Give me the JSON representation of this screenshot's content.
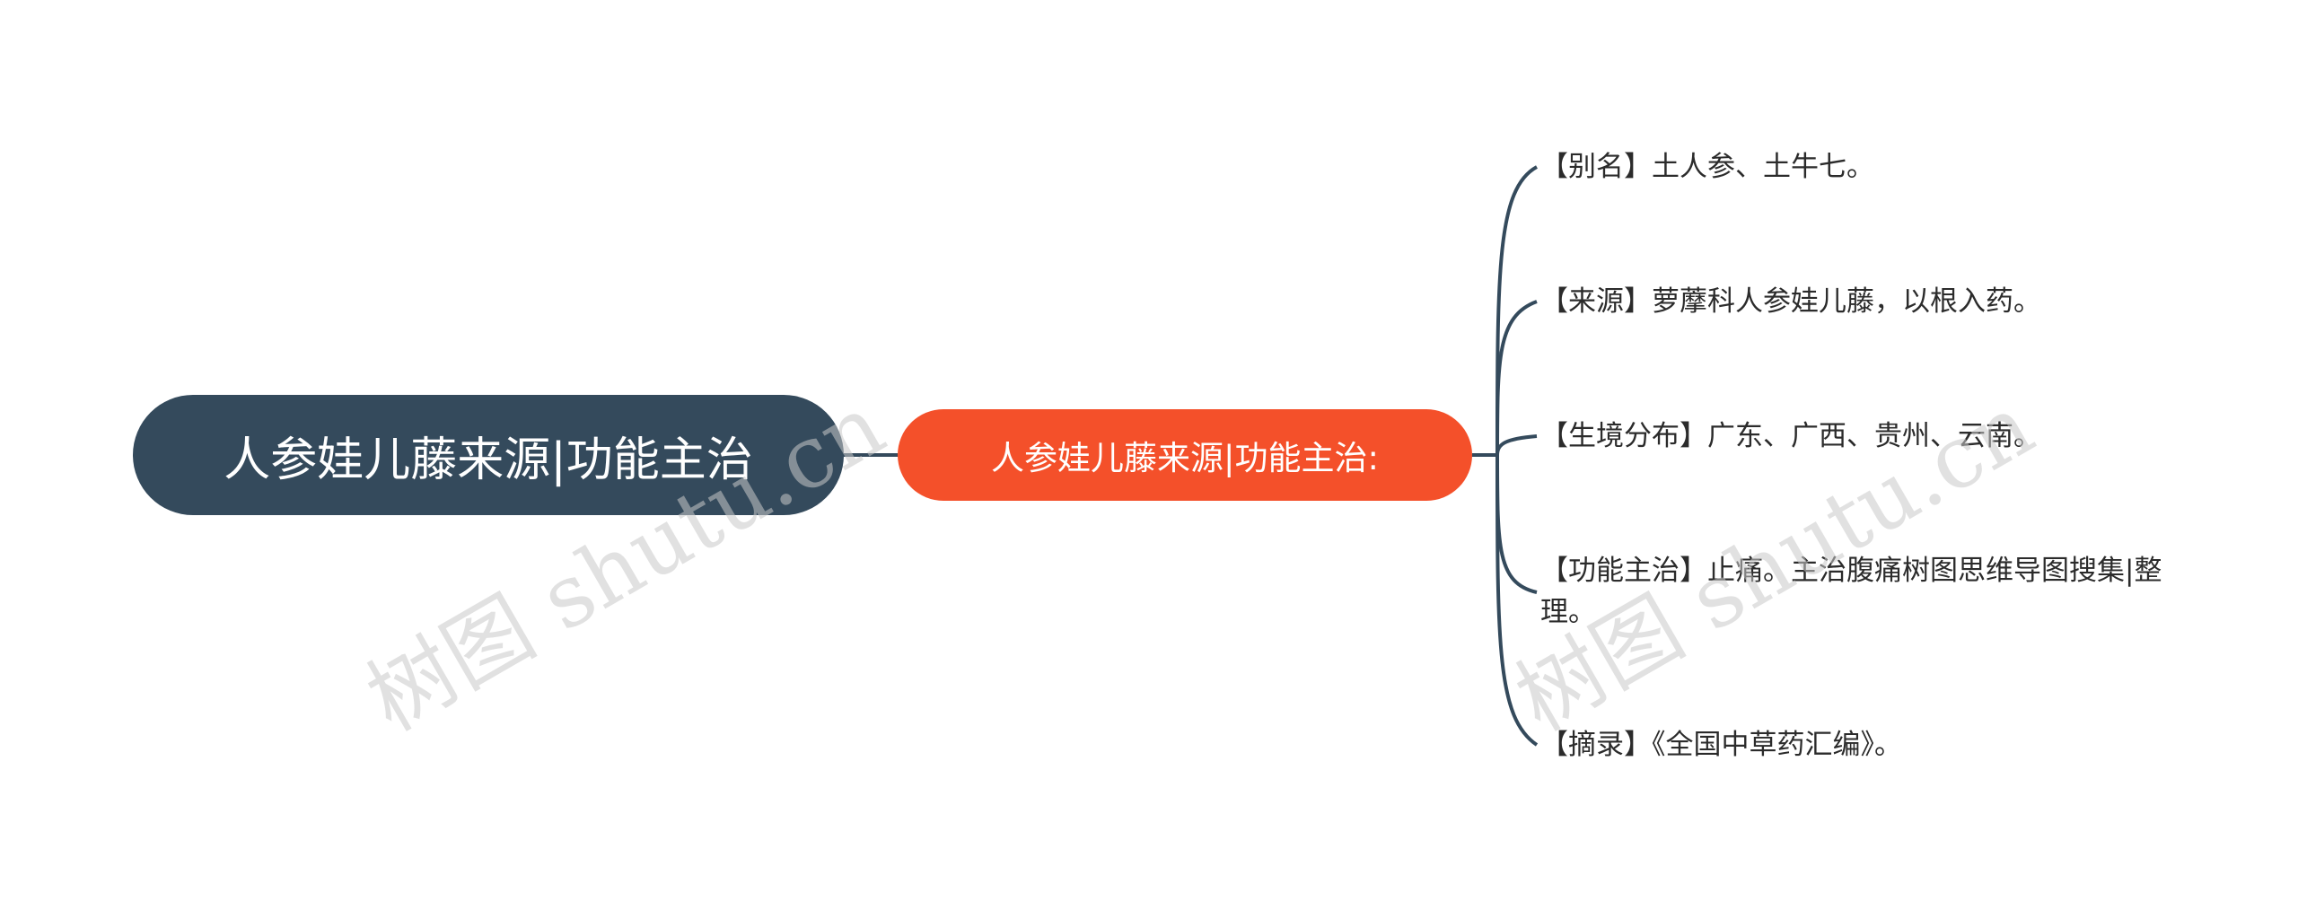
{
  "mindmap": {
    "root": {
      "label": "人参娃儿藤来源|功能主治"
    },
    "branch": {
      "label": "人参娃儿藤来源|功能主治:"
    },
    "leaves": [
      {
        "text": "【别名】土人参、土牛七。"
      },
      {
        "text": "【来源】萝藦科人参娃儿藤，以根入药。"
      },
      {
        "text": "【生境分布】广东、广西、贵州、云南。"
      },
      {
        "text": "【功能主治】止痛。主治腹痛树图思维导图搜集|整理。"
      },
      {
        "text": "【摘录】《全国中草药汇编》。"
      }
    ]
  },
  "watermark": {
    "text": "树图 shutu.cn"
  },
  "colors": {
    "root_fill": "#344a5c",
    "branch_fill": "#f4502a",
    "connector": "#344a5c",
    "leaf_text": "#2b2b2b"
  }
}
